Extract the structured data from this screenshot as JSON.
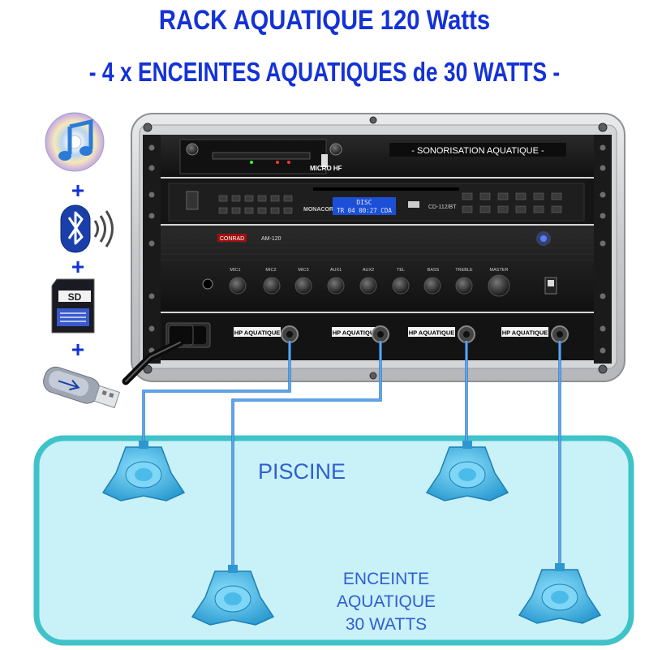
{
  "header": {
    "title": "RACK AQUATIQUE 120 Watts",
    "subtitle": "- 4 x ENCEINTES AQUATIQUES de 30 WATTS -"
  },
  "sources": {
    "icons": [
      "music-cd-icon",
      "bluetooth-icon",
      "sd-card-icon",
      "usb-key-icon"
    ],
    "separator": "+"
  },
  "rack": {
    "banner": "- SONORISATION AQUATIQUE -",
    "micro_label": "MICRO HF",
    "player_brand": "MONACOR",
    "player_model": "CD-112/BT",
    "lcd_line1": "DISC",
    "lcd_line2": "TR 04  00:27 CDA",
    "amp_brand": "CONRAD",
    "amp_model": "AM-120",
    "amp_knobs": [
      "MIC1",
      "MIC2",
      "MIC3",
      "AUX1",
      "AUX2",
      "TEL",
      "BASS",
      "TREBLE",
      "MASTER"
    ],
    "outputs": [
      "HP AQUATIQUE",
      "HP AQUATIQUE",
      "HP AQUATIQUE",
      "HP AQUATIQUE"
    ]
  },
  "pool": {
    "label": "PISCINE",
    "speaker_caption": [
      "ENCEINTE",
      "AQUATIQUE",
      "30 WATTS"
    ]
  },
  "colors": {
    "title": "#1432d6",
    "pool_fill": "#c9f1f8",
    "pool_border": "#3fc3c9",
    "cable": "#2f7fd0",
    "speaker": "#3ab6e4"
  }
}
